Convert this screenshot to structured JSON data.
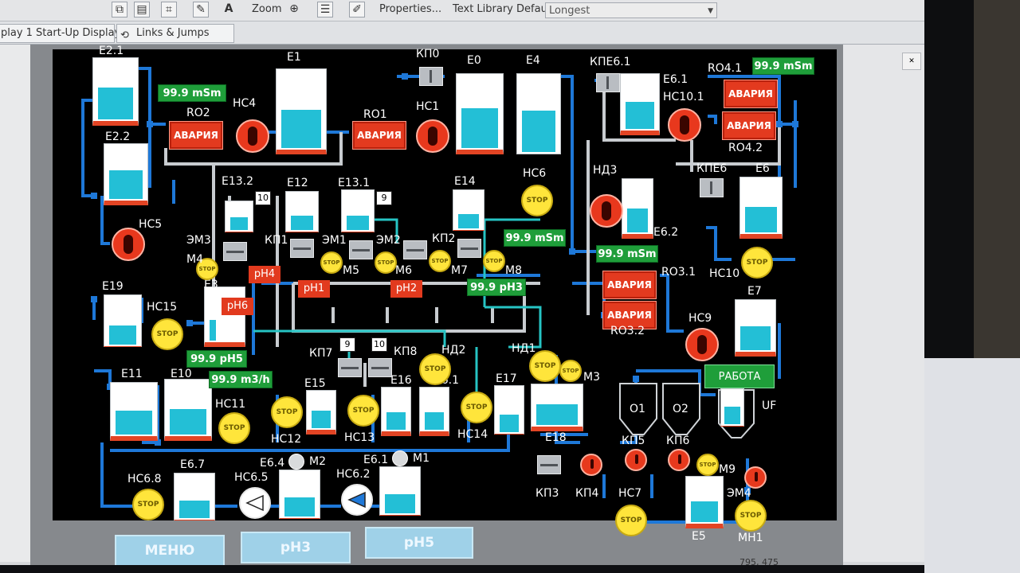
{
  "toolbar": {
    "zoom_label": "Zoom",
    "properties_label": "Properties...",
    "text_library_label": "Text Library Default",
    "combo_value": "Longest"
  },
  "tabs": [
    {
      "label": "play 1 Start-Up Display"
    },
    {
      "label": "Links & Jumps"
    }
  ],
  "tanks": [
    {
      "label": "E2.1"
    },
    {
      "label": "E2.2"
    },
    {
      "label": "E1"
    },
    {
      "label": "E0"
    },
    {
      "label": "E4"
    },
    {
      "label": "E6.1"
    },
    {
      "label": "E6.2"
    },
    {
      "label": "E6"
    },
    {
      "label": "E7"
    },
    {
      "label": "E13.2"
    },
    {
      "label": "E12"
    },
    {
      "label": "E13.1"
    },
    {
      "label": "E14"
    },
    {
      "label": "E19"
    },
    {
      "label": "E3"
    },
    {
      "label": "E11"
    },
    {
      "label": "E10"
    },
    {
      "label": "E15"
    },
    {
      "label": "E16"
    },
    {
      "label": "E16.1"
    },
    {
      "label": "E17"
    },
    {
      "label": "E18"
    },
    {
      "label": "E6.7"
    },
    {
      "label": "E6.4"
    },
    {
      "label": "E6.1"
    },
    {
      "label": "E5"
    }
  ],
  "alarms": {
    "label": "АВАРИЯ",
    "units": [
      {
        "tag": "RO2"
      },
      {
        "tag": "RO1"
      },
      {
        "tag": "RO4.1"
      },
      {
        "tag": "RO4.2"
      },
      {
        "tag": "RO3.1"
      },
      {
        "tag": "RO3.2"
      }
    ]
  },
  "meters": [
    {
      "value": "99.9 mSm"
    },
    {
      "value": "99.9 mSm"
    },
    {
      "value": "99.9 mSm"
    },
    {
      "value": "99.9 mSm"
    },
    {
      "value": "99.9 pH3"
    },
    {
      "value": "99.9 pH5"
    },
    {
      "value": "99.9 m3/h"
    }
  ],
  "ph_labels": [
    "pH4",
    "pH6",
    "pH1",
    "pH2"
  ],
  "pumps": [
    "НС4",
    "НС1",
    "НС5",
    "НС10.1",
    "НД3",
    "НС9",
    "НС6",
    "НС15",
    "НС11",
    "НС12",
    "НС13",
    "НС14",
    "НС10",
    "НД1",
    "НД2",
    "НС7",
    "НС6.8",
    "НС6.5",
    "НС6.2",
    "МН1"
  ],
  "valves": [
    "КП0",
    "КПЕ6.1",
    "КПЕ6",
    "КП1",
    "КП2",
    "КП7",
    "КП8",
    "КП3",
    "КП4",
    "КП5",
    "КП6"
  ],
  "valve_counts": [
    "10",
    "9",
    "9",
    "10"
  ],
  "motors": [
    "ЭМ3",
    "М4",
    "ЭМ1",
    "ЭМ2",
    "М5",
    "М6",
    "М7",
    "М8",
    "М3",
    "М9",
    "ЭМ4",
    "М2",
    "М1"
  ],
  "stop_label": "STOP",
  "filters": [
    "O1",
    "O2",
    "UF"
  ],
  "run_button": "РАБОТА",
  "nav": {
    "menu": "МЕНЮ",
    "ph3": "pH3",
    "ph5": "pH5"
  },
  "status": {
    "coords": "795, 475"
  },
  "colors": {
    "background": "#000000",
    "pipe": "#1e78d8",
    "pipe_gray": "#c8ccd0",
    "pipe_cyan": "#26c4c4",
    "alarm": "#e33a1f",
    "meter": "#1f9e3a",
    "tank_fill": "#23bfd6",
    "stop": "#ffe53b"
  }
}
